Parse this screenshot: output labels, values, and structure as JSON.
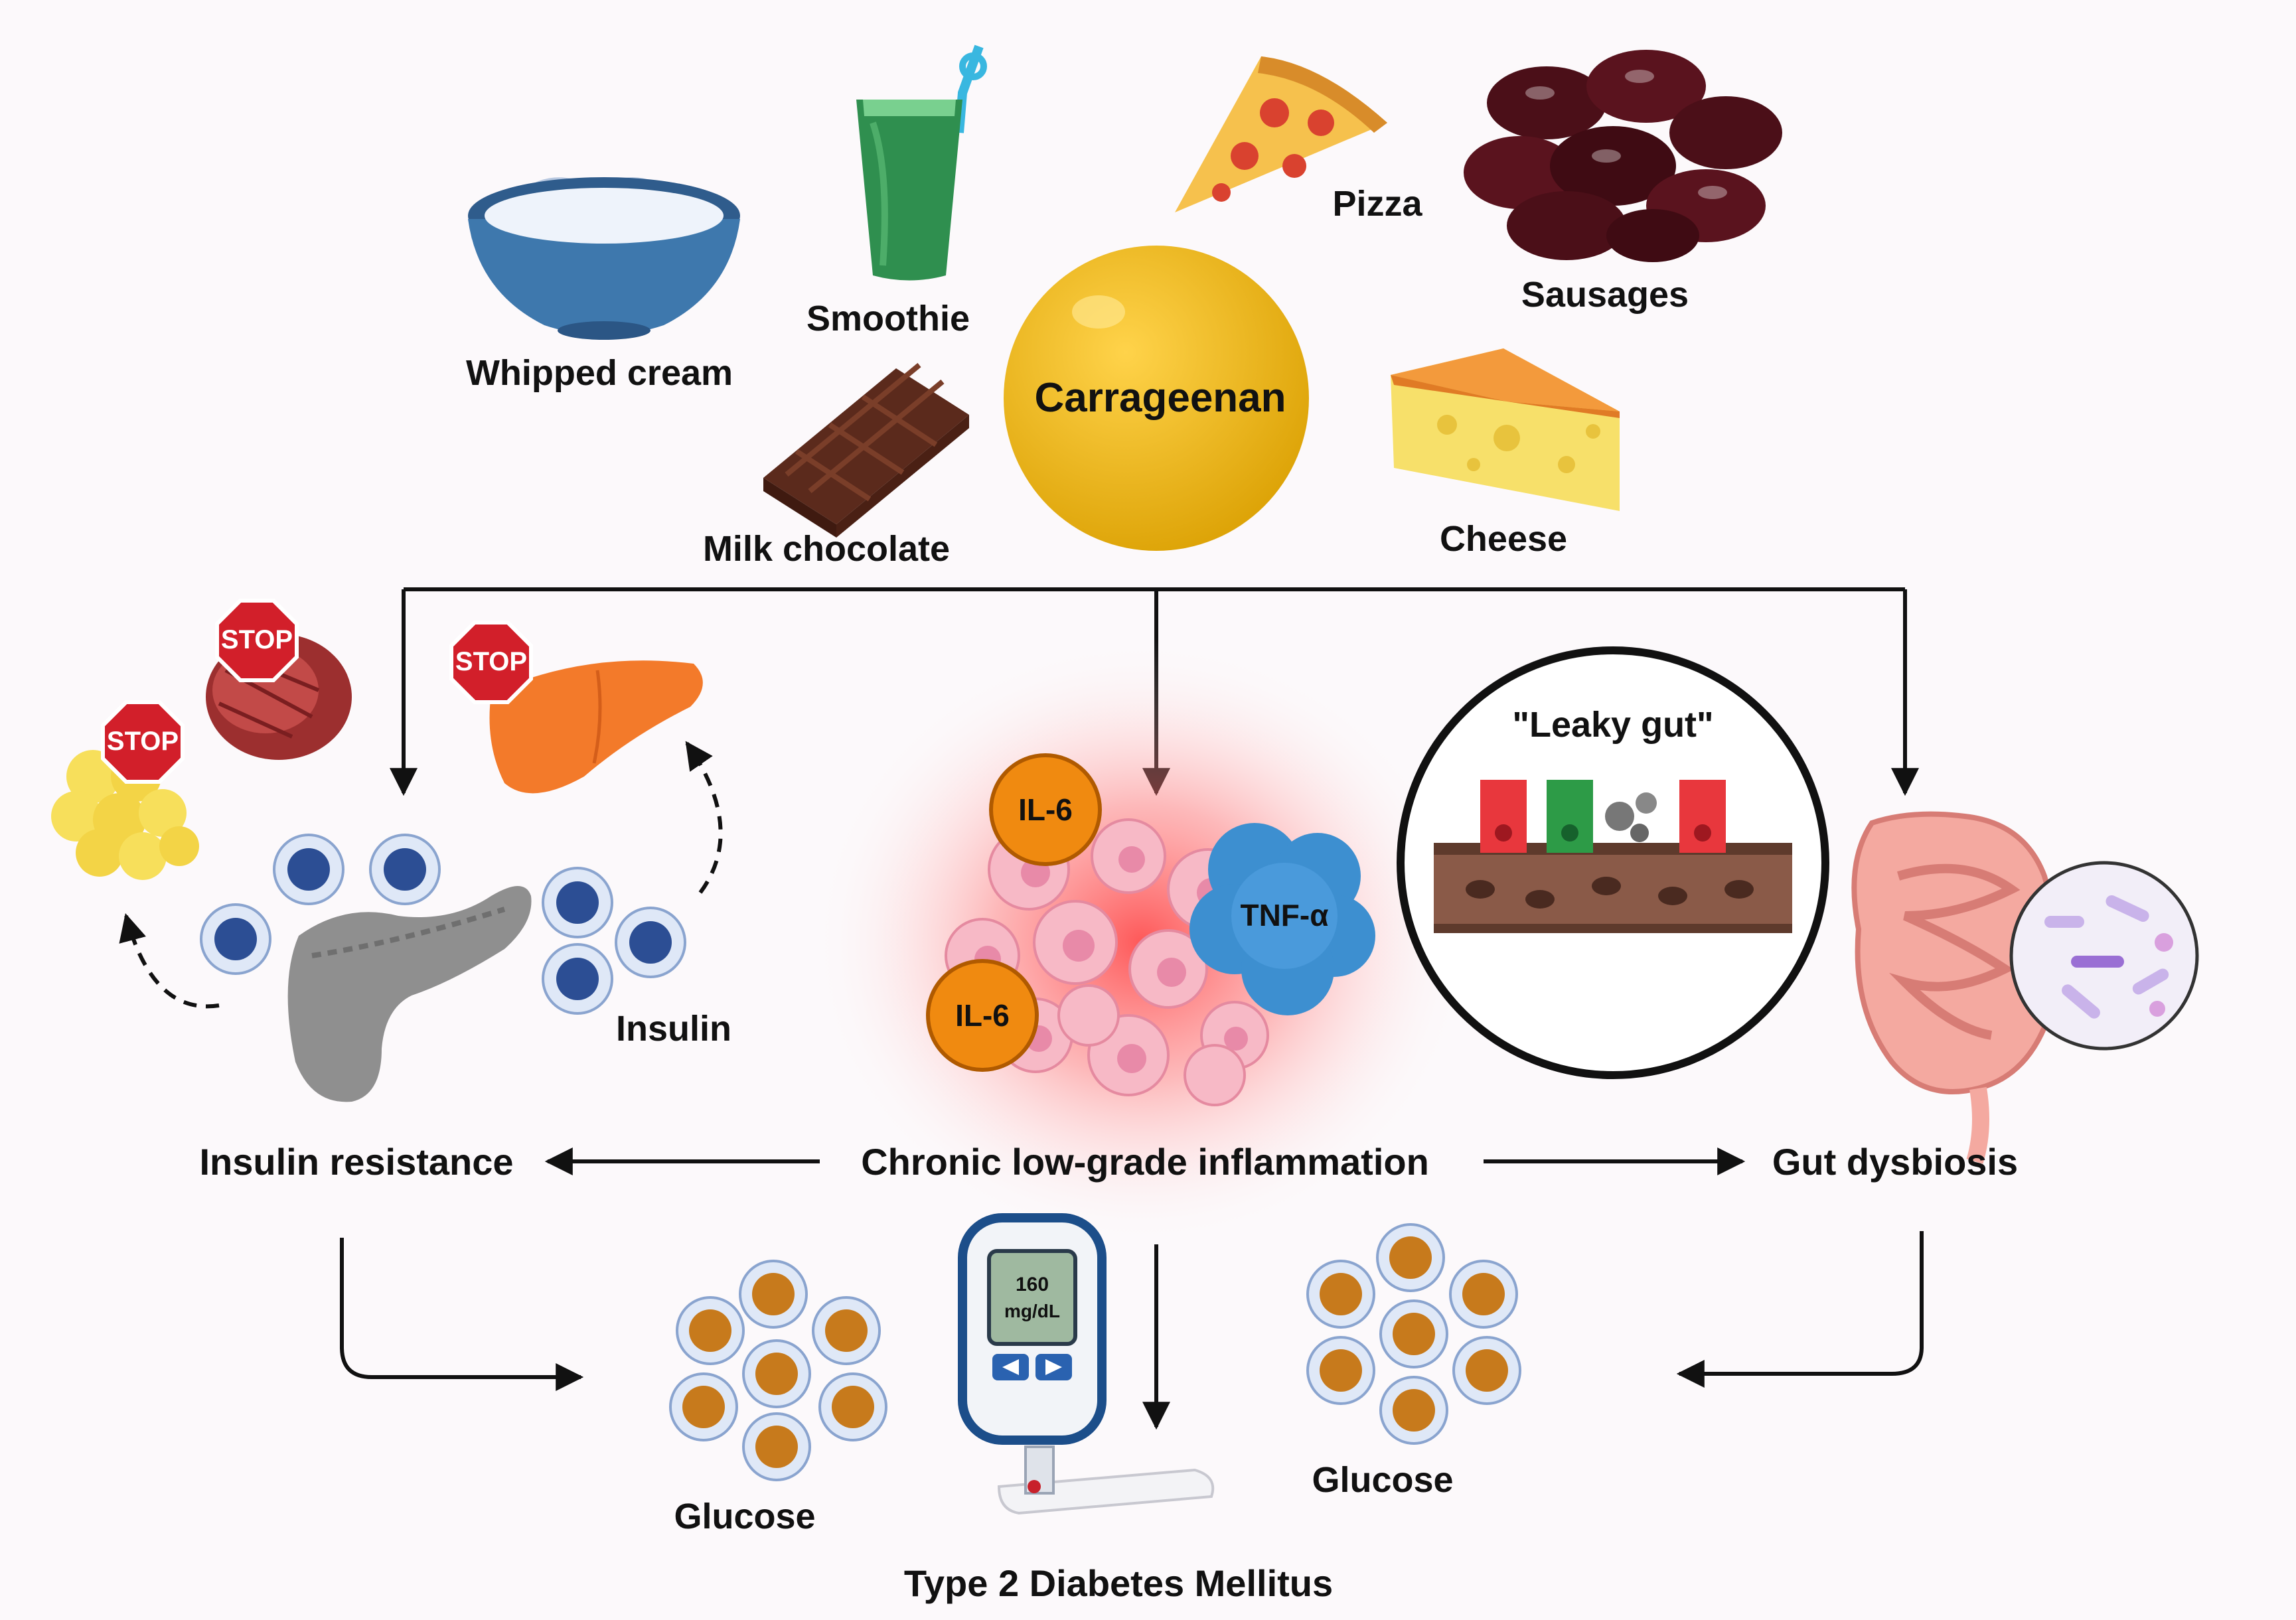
{
  "foods": {
    "whipped_cream": "Whipped cream",
    "smoothie": "Smoothie",
    "pizza": "Pizza",
    "sausages": "Sausages",
    "milk_chocolate": "Milk chocolate",
    "cheese": "Cheese"
  },
  "center": {
    "carrageenan": "Carrageenan"
  },
  "stop_signs": [
    "STOP",
    "STOP",
    "STOP"
  ],
  "left_panel": {
    "insulin": "Insulin",
    "title": "Insulin resistance"
  },
  "middle_panel": {
    "il6_top": "IL-6",
    "il6_bottom": "IL-6",
    "tnf": "TNF-α",
    "title": "Chronic low-grade inflammation"
  },
  "right_panel": {
    "leaky_gut": "\"Leaky gut\"",
    "title": "Gut dysbiosis"
  },
  "glucometer": {
    "value": "160",
    "unit": "mg/dL"
  },
  "bottom": {
    "glucose_left": "Glucose",
    "glucose_right": "Glucose",
    "outcome": "Type 2 Diabetes Mellitus"
  },
  "colors": {
    "carrageenan": "#e8b00a",
    "il6": "#f08a10",
    "tnf": "#3d8fd0",
    "insulin": "#2c4e94",
    "glucose": "#c77a1c",
    "liver": "#f37a2a",
    "stop": "#d21f2a"
  }
}
